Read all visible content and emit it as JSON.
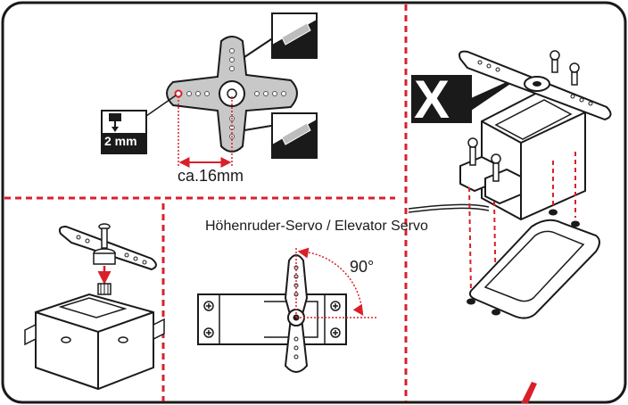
{
  "labels": {
    "hole_distance": "ca.16mm",
    "servo_title": "Höhenruder-Servo / Elevator Servo",
    "angle": "90°",
    "drill_size": "2 mm",
    "wrong_mark": "X"
  },
  "colors": {
    "line": "#1a1a1a",
    "divider": "#d9202a",
    "arrow": "#d9202a",
    "part_fill": "#ffffff",
    "shade": "#bdbdbd",
    "dark_fill": "#1a1a1a"
  }
}
